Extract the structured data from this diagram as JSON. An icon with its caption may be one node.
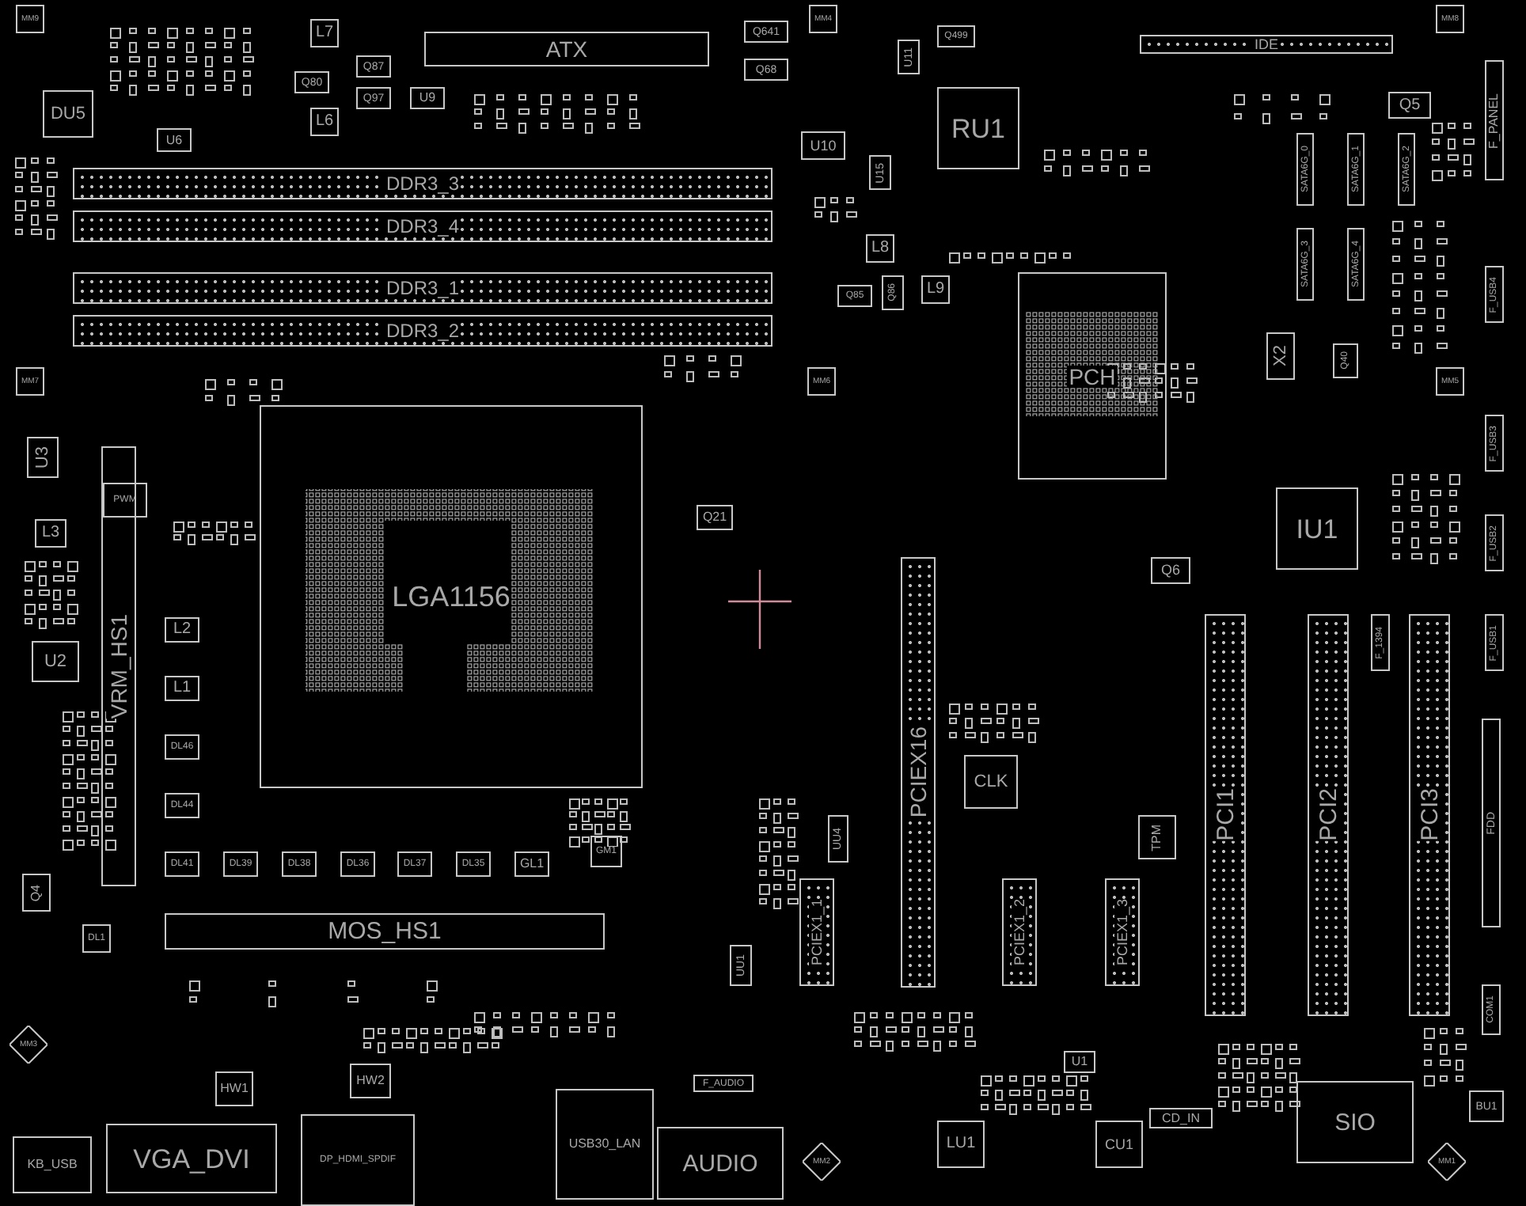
{
  "diagram": {
    "nodes": [
      {
        "text": [
          "ATX"
        ]
      },
      {
        "text": [
          "IDE"
        ]
      },
      {
        "text": [
          "DU5"
        ]
      },
      {
        "text": [
          "L7"
        ]
      },
      {
        "text": [
          "L6"
        ]
      },
      {
        "text": [
          "Q80"
        ]
      },
      {
        "text": [
          "Q87"
        ]
      },
      {
        "text": [
          "Q97"
        ]
      },
      {
        "text": [
          "U9"
        ]
      },
      {
        "text": [
          "U6"
        ]
      },
      {
        "text": [
          "Q641"
        ]
      },
      {
        "text": [
          "Q68"
        ]
      },
      {
        "text": [
          "Q499"
        ]
      },
      {
        "text": [
          "U10"
        ]
      },
      {
        "text": [
          "U11"
        ]
      },
      {
        "text": [
          "U15"
        ]
      },
      {
        "text": [
          "RU1"
        ]
      },
      {
        "text": [
          "Q5"
        ]
      },
      {
        "text": [
          "F_PANEL"
        ]
      },
      {
        "text": [
          "SATA6G_0"
        ]
      },
      {
        "text": [
          "SATA6G_1"
        ]
      },
      {
        "text": [
          "SATA6G_2"
        ]
      },
      {
        "text": [
          "SATA6G_3"
        ]
      },
      {
        "text": [
          "SATA6G_4"
        ]
      },
      {
        "text": [
          "L8"
        ]
      },
      {
        "text": [
          "L9"
        ]
      },
      {
        "text": [
          "Q85"
        ]
      },
      {
        "text": [
          "Q86"
        ]
      },
      {
        "text": [
          "X2"
        ]
      },
      {
        "text": [
          "Q40"
        ]
      },
      {
        "text": [
          "PCH"
        ]
      },
      {
        "text": [
          "MM4"
        ]
      },
      {
        "text": [
          "MM8"
        ]
      },
      {
        "text": [
          "MM9"
        ]
      },
      {
        "text": [
          "MM6"
        ]
      },
      {
        "text": [
          "MM5"
        ]
      },
      {
        "text": [
          "MM7"
        ]
      },
      {
        "text": [
          "F_USB4"
        ]
      },
      {
        "text": [
          "F_USB3"
        ]
      },
      {
        "text": [
          "F_USB2"
        ]
      },
      {
        "text": [
          "F_USB1"
        ]
      },
      {
        "text": [
          "F_1394"
        ]
      },
      {
        "text": [
          "IU1"
        ]
      },
      {
        "text": [
          "Q6"
        ]
      },
      {
        "text": [
          "PCIEX16"
        ]
      },
      {
        "text": [
          "CLK"
        ]
      },
      {
        "text": [
          "TPM"
        ]
      },
      {
        "text": [
          "PCI1"
        ]
      },
      {
        "text": [
          "PCI2"
        ]
      },
      {
        "text": [
          "PCI3"
        ]
      },
      {
        "text": [
          "FDD"
        ]
      },
      {
        "text": [
          "COM1"
        ]
      },
      {
        "text": [
          "UU4"
        ]
      },
      {
        "text": [
          "PCIEX1_1"
        ]
      },
      {
        "text": [
          "PCIEX1_2"
        ]
      },
      {
        "text": [
          "PCIEX1_3"
        ]
      },
      {
        "text": [
          "UU1"
        ]
      },
      {
        "text": [
          "U3"
        ]
      },
      {
        "text": [
          "PWM"
        ]
      },
      {
        "text": [
          "L3"
        ]
      },
      {
        "text": [
          "U2"
        ]
      },
      {
        "text": [
          "L2"
        ]
      },
      {
        "text": [
          "L1"
        ]
      },
      {
        "text": [
          "DL46"
        ]
      },
      {
        "text": [
          "DL44"
        ]
      },
      {
        "text": [
          "DL41"
        ]
      },
      {
        "text": [
          "DL39"
        ]
      },
      {
        "text": [
          "DL38"
        ]
      },
      {
        "text": [
          "DL36"
        ]
      },
      {
        "text": [
          "DL37"
        ]
      },
      {
        "text": [
          "DL35"
        ]
      },
      {
        "text": [
          "GL1"
        ]
      },
      {
        "text": [
          "GM1"
        ]
      },
      {
        "text": [
          "Q21"
        ]
      },
      {
        "text": [
          "Q4"
        ]
      },
      {
        "text": [
          "DL1"
        ]
      },
      {
        "text": [
          "LGA1156"
        ]
      },
      {
        "text": [
          "VRM_HS1"
        ]
      },
      {
        "text": [
          "MOS_HS1"
        ]
      },
      {
        "text": [
          "KB_USB"
        ]
      },
      {
        "text": [
          "VGA_DVI"
        ]
      },
      {
        "text": [
          "HW1"
        ]
      },
      {
        "text": [
          "HW2"
        ]
      },
      {
        "text": [
          "DP_HDMI_SPDIF"
        ]
      },
      {
        "text": [
          "USB30_LAN"
        ]
      },
      {
        "text": [
          "AUDIO"
        ]
      },
      {
        "text": [
          "F_AUDIO"
        ]
      },
      {
        "text": [
          "LU1"
        ]
      },
      {
        "text": [
          "CU1"
        ]
      },
      {
        "text": [
          "CD_IN"
        ]
      },
      {
        "text": [
          "U1"
        ]
      },
      {
        "text": [
          "SIO"
        ]
      },
      {
        "text": [
          "BU1"
        ]
      },
      {
        "text": [
          "MM3"
        ]
      },
      {
        "text": [
          "MM2"
        ]
      },
      {
        "text": [
          "MM1"
        ]
      },
      {
        "text": [
          "DDR3_3"
        ]
      },
      {
        "text": [
          "DDR3_4"
        ]
      },
      {
        "text": [
          "DDR3_1"
        ]
      },
      {
        "text": [
          "DDR3_2"
        ]
      }
    ]
  }
}
